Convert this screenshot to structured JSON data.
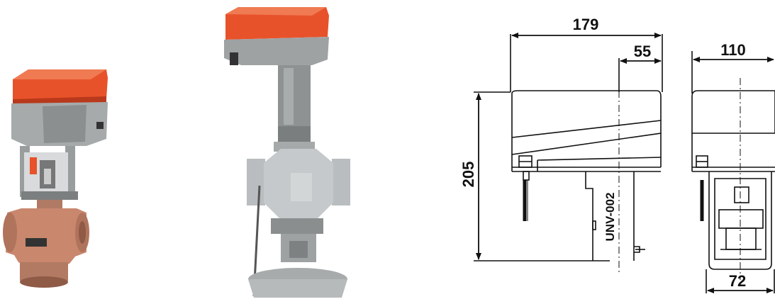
{
  "colors": {
    "actuator_orange": "#e8522a",
    "actuator_orange_dark": "#b8391b",
    "aluminium": "#9ea2a3",
    "aluminium_dark": "#6f7374",
    "bronze": "#c9876e",
    "bronze_dark": "#8f5a46",
    "cast_iron": "#b9bdbf",
    "line": "#111111"
  },
  "drawing": {
    "dim_width_total": "179",
    "dim_offset": "55",
    "dim_side_width": "110",
    "dim_height": "205",
    "dim_bottom_width": "72",
    "model_label": "UNV-002"
  }
}
